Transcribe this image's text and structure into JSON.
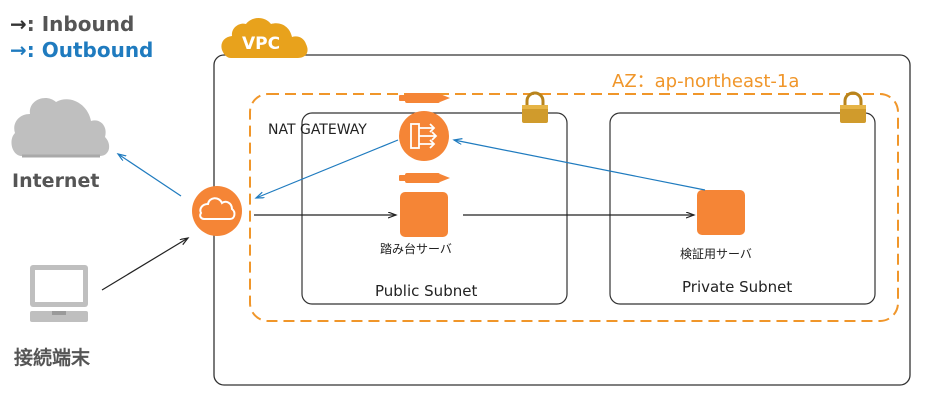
{
  "legend": {
    "inbound": {
      "arrow": "→",
      "label": ": Inbound",
      "color": "#333333"
    },
    "outbound": {
      "arrow": "→",
      "label": ": Outbound",
      "color": "#1f7bbf"
    }
  },
  "vpc": {
    "label": "VPC",
    "color": "#e8a21c"
  },
  "az": {
    "label": "AZ：ap-northeast-1a",
    "color": "#f0962a"
  },
  "public_subnet": {
    "label": "Public Subnet"
  },
  "private_subnet": {
    "label": "Private Subnet"
  },
  "nat_gateway": {
    "label": "NAT GATEWAY"
  },
  "bastion": {
    "label": "踏み台サーバ"
  },
  "verify_server": {
    "label": "検証用サーバ"
  },
  "internet": {
    "label": "Internet"
  },
  "terminal": {
    "label": "接続端末"
  },
  "colors": {
    "aws_orange": "#f58536",
    "inbound_line": "#222222",
    "outbound_line": "#1f7bbf",
    "cloud_gray": "#bfbfbf",
    "lock_gold": "#d09b2c"
  }
}
